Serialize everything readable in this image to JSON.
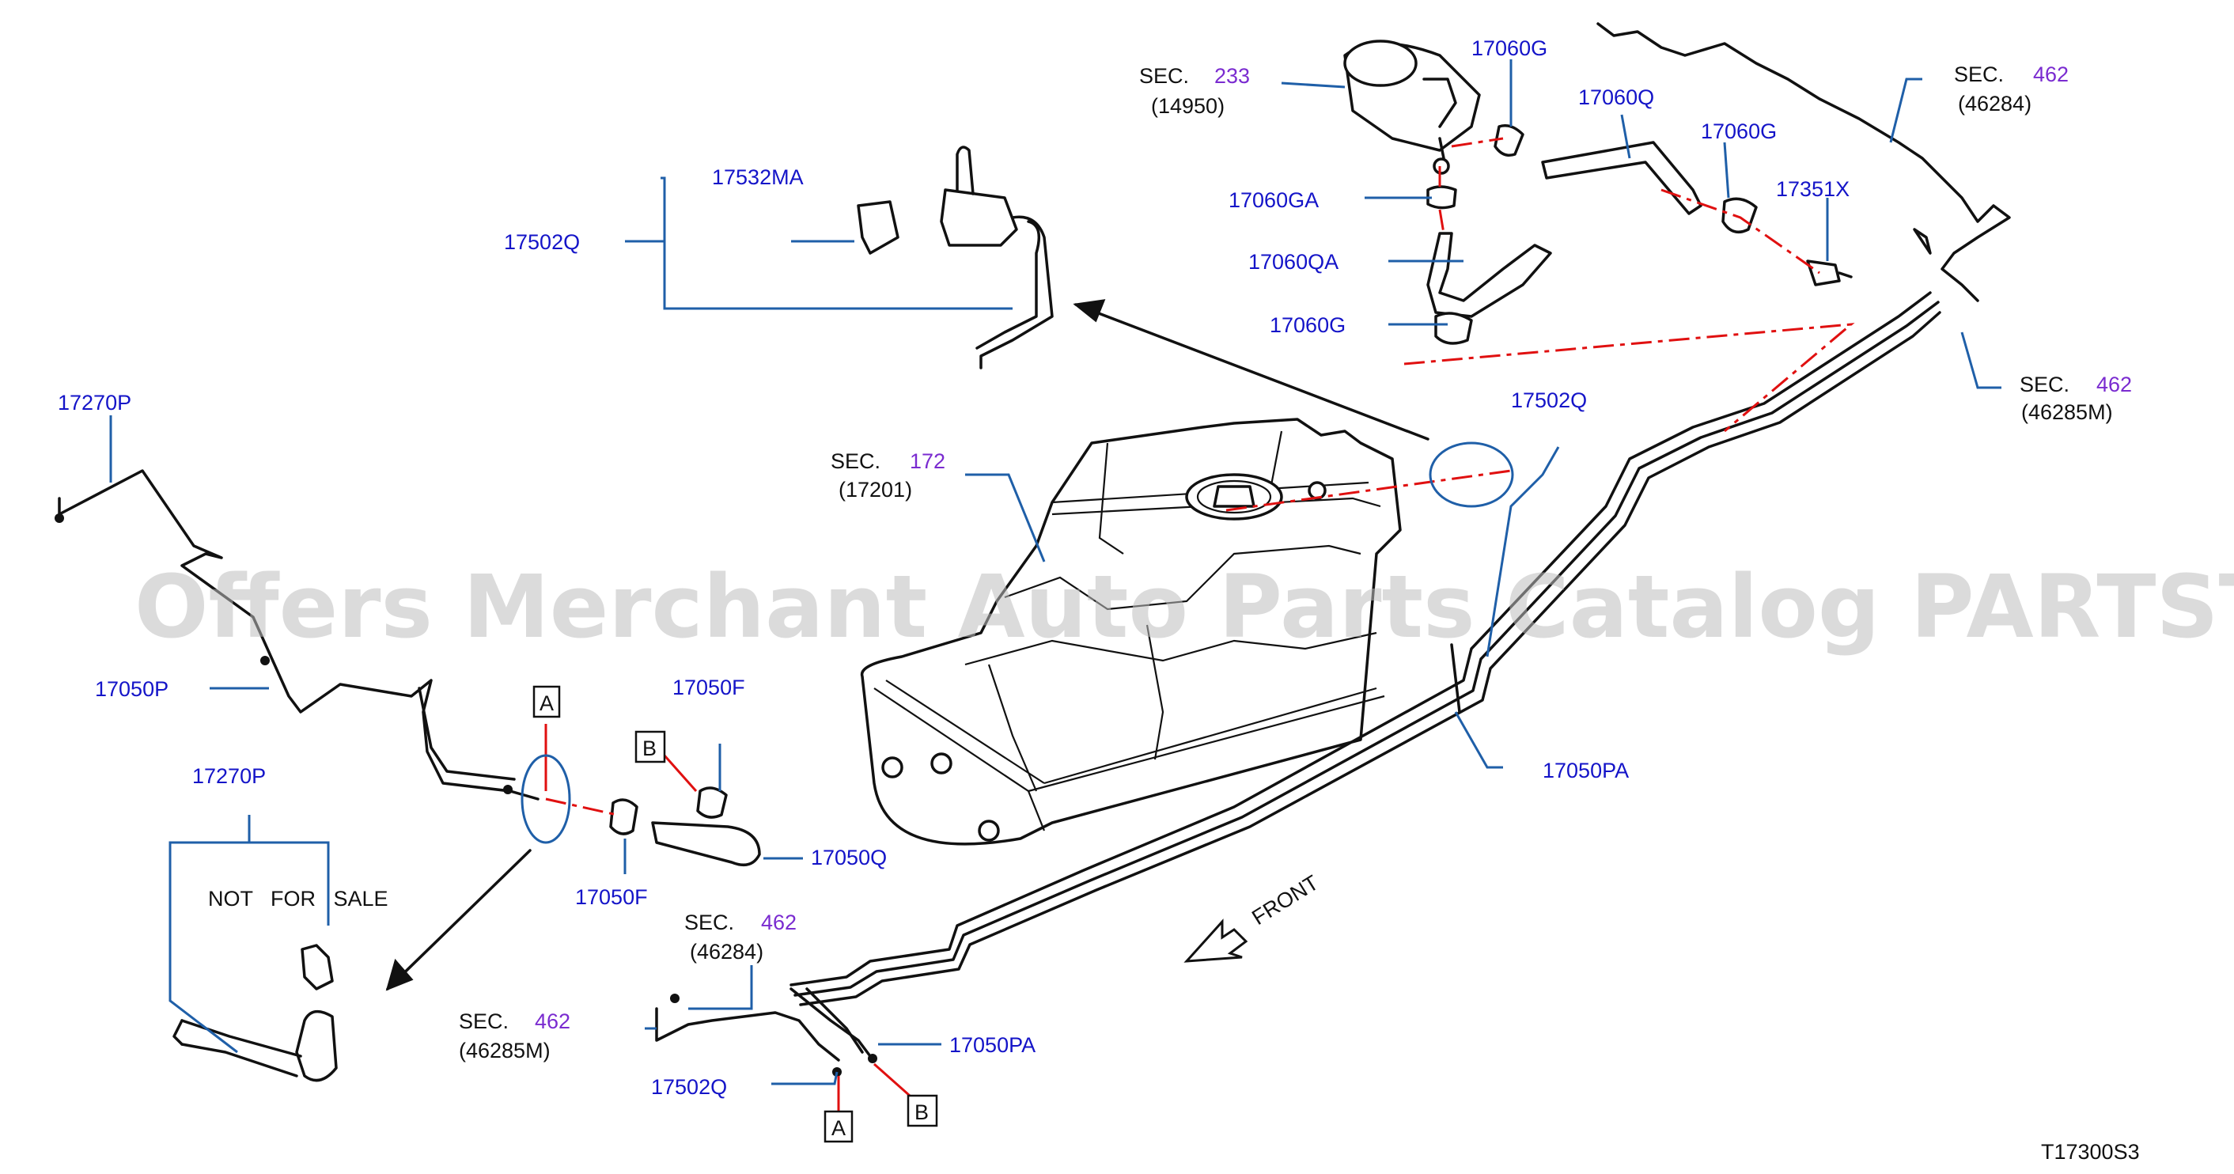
{
  "watermark": "Offers Merchant Auto Parts Catalog PARTSTORE.SA",
  "diagram_code": "T17300S3",
  "front_label": "FRONT",
  "not_for_sale": "NOT   FOR   SALE",
  "callouts": {
    "sec233_prefix": "SEC.",
    "sec233_num": "233",
    "sec233_sub": "(14950)",
    "p17060G_a": "17060G",
    "p17060Q": "17060Q",
    "p17060G_b": "17060G",
    "p17351X": "17351X",
    "p17060GA": "17060GA",
    "p17060QA": "17060QA",
    "p17060G_c": "17060G",
    "sec462_top_prefix": "SEC.",
    "sec462_top_num": "462",
    "sec462_top_sub": "(46284)",
    "sec462_right_prefix": "SEC.",
    "sec462_right_num": "462",
    "sec462_right_sub": "(46285M)",
    "p17532MA": "17532MA",
    "p17502Q_top": "17502Q",
    "p17502Q_tank": "17502Q",
    "sec172_prefix": "SEC.",
    "sec172_num": "172",
    "sec172_sub": "(17201)",
    "p17270P_top": "17270P",
    "p17050P": "17050P",
    "p17050F_top": "17050F",
    "p17050F_bot": "17050F",
    "p17050Q": "17050Q",
    "p17050PA_right": "17050PA",
    "p17270P_bot": "17270P",
    "sec462_mid_prefix": "SEC.",
    "sec462_mid_num": "462",
    "sec462_mid_sub": "(46284)",
    "sec462_low_prefix": "SEC.",
    "sec462_low_num": "462",
    "sec462_low_sub": "(46285M)",
    "p17050PA_low": "17050PA",
    "p17502Q_low": "17502Q",
    "markA_top": "A",
    "markB_top": "B",
    "markA_low": "A",
    "markB_low": "B"
  }
}
